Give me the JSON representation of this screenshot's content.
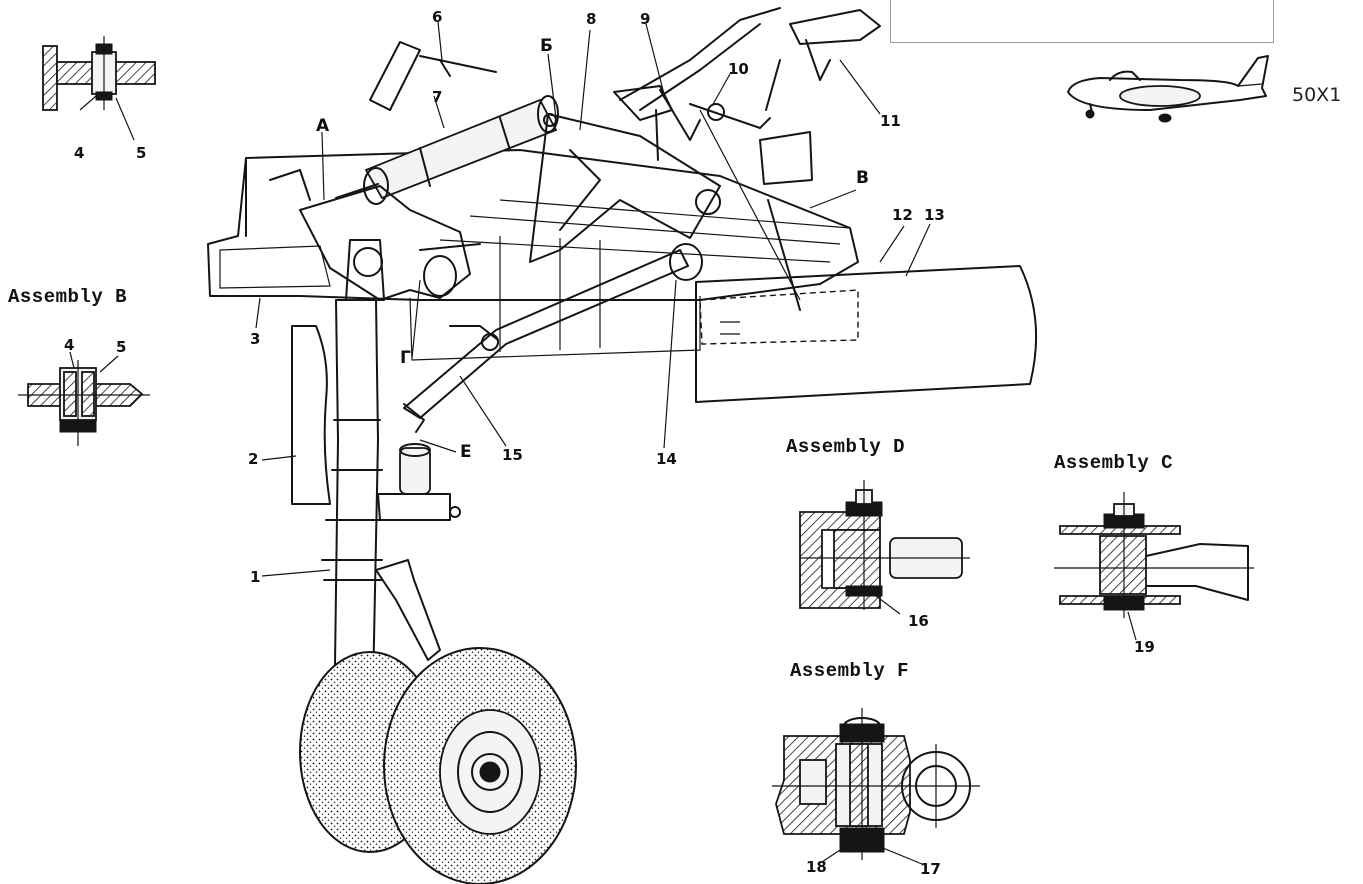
{
  "header": {
    "code": "50X1"
  },
  "assemblies": {
    "top_left": {
      "labels": [
        "4",
        "5"
      ]
    },
    "b": {
      "title": "Assembly B",
      "labels": [
        "4",
        "5"
      ]
    },
    "d": {
      "title": "Assembly D",
      "labels": [
        "16"
      ]
    },
    "c": {
      "title": "Assembly C",
      "labels": [
        "19"
      ]
    },
    "f": {
      "title": "Assembly F",
      "labels": [
        "18",
        "17"
      ]
    }
  },
  "callouts": {
    "main": [
      "1",
      "2",
      "3",
      "6",
      "7",
      "8",
      "9",
      "10",
      "11",
      "12",
      "13",
      "14",
      "15"
    ],
    "letters": [
      "A",
      "Б",
      "B",
      "Г",
      "E"
    ]
  },
  "icons": {
    "aircraft": "jet-aircraft-icon"
  }
}
